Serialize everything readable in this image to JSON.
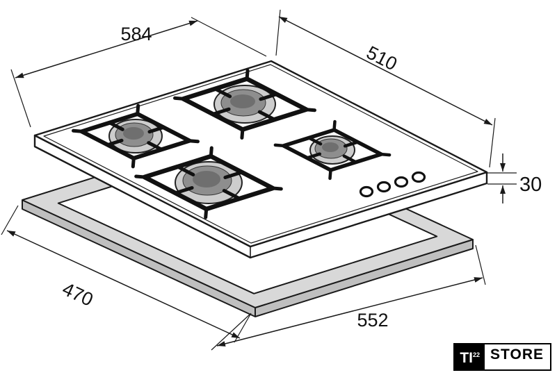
{
  "dimensions": {
    "hob_width": "584",
    "hob_depth": "510",
    "edge_height": "30",
    "cutout_depth": "470",
    "cutout_width": "552"
  },
  "logo": {
    "ti": "TI",
    "sup": "22",
    "store": "STORE"
  },
  "colors": {
    "line": "#1a1a1a",
    "frame_fill": "#d8d8d8",
    "frame_side": "#bfbfbf",
    "burner_outer": "#cdcdcd",
    "burner_mid": "#8e8e8e",
    "burner_cap": "#6f6f6f",
    "grate": "#111111"
  }
}
